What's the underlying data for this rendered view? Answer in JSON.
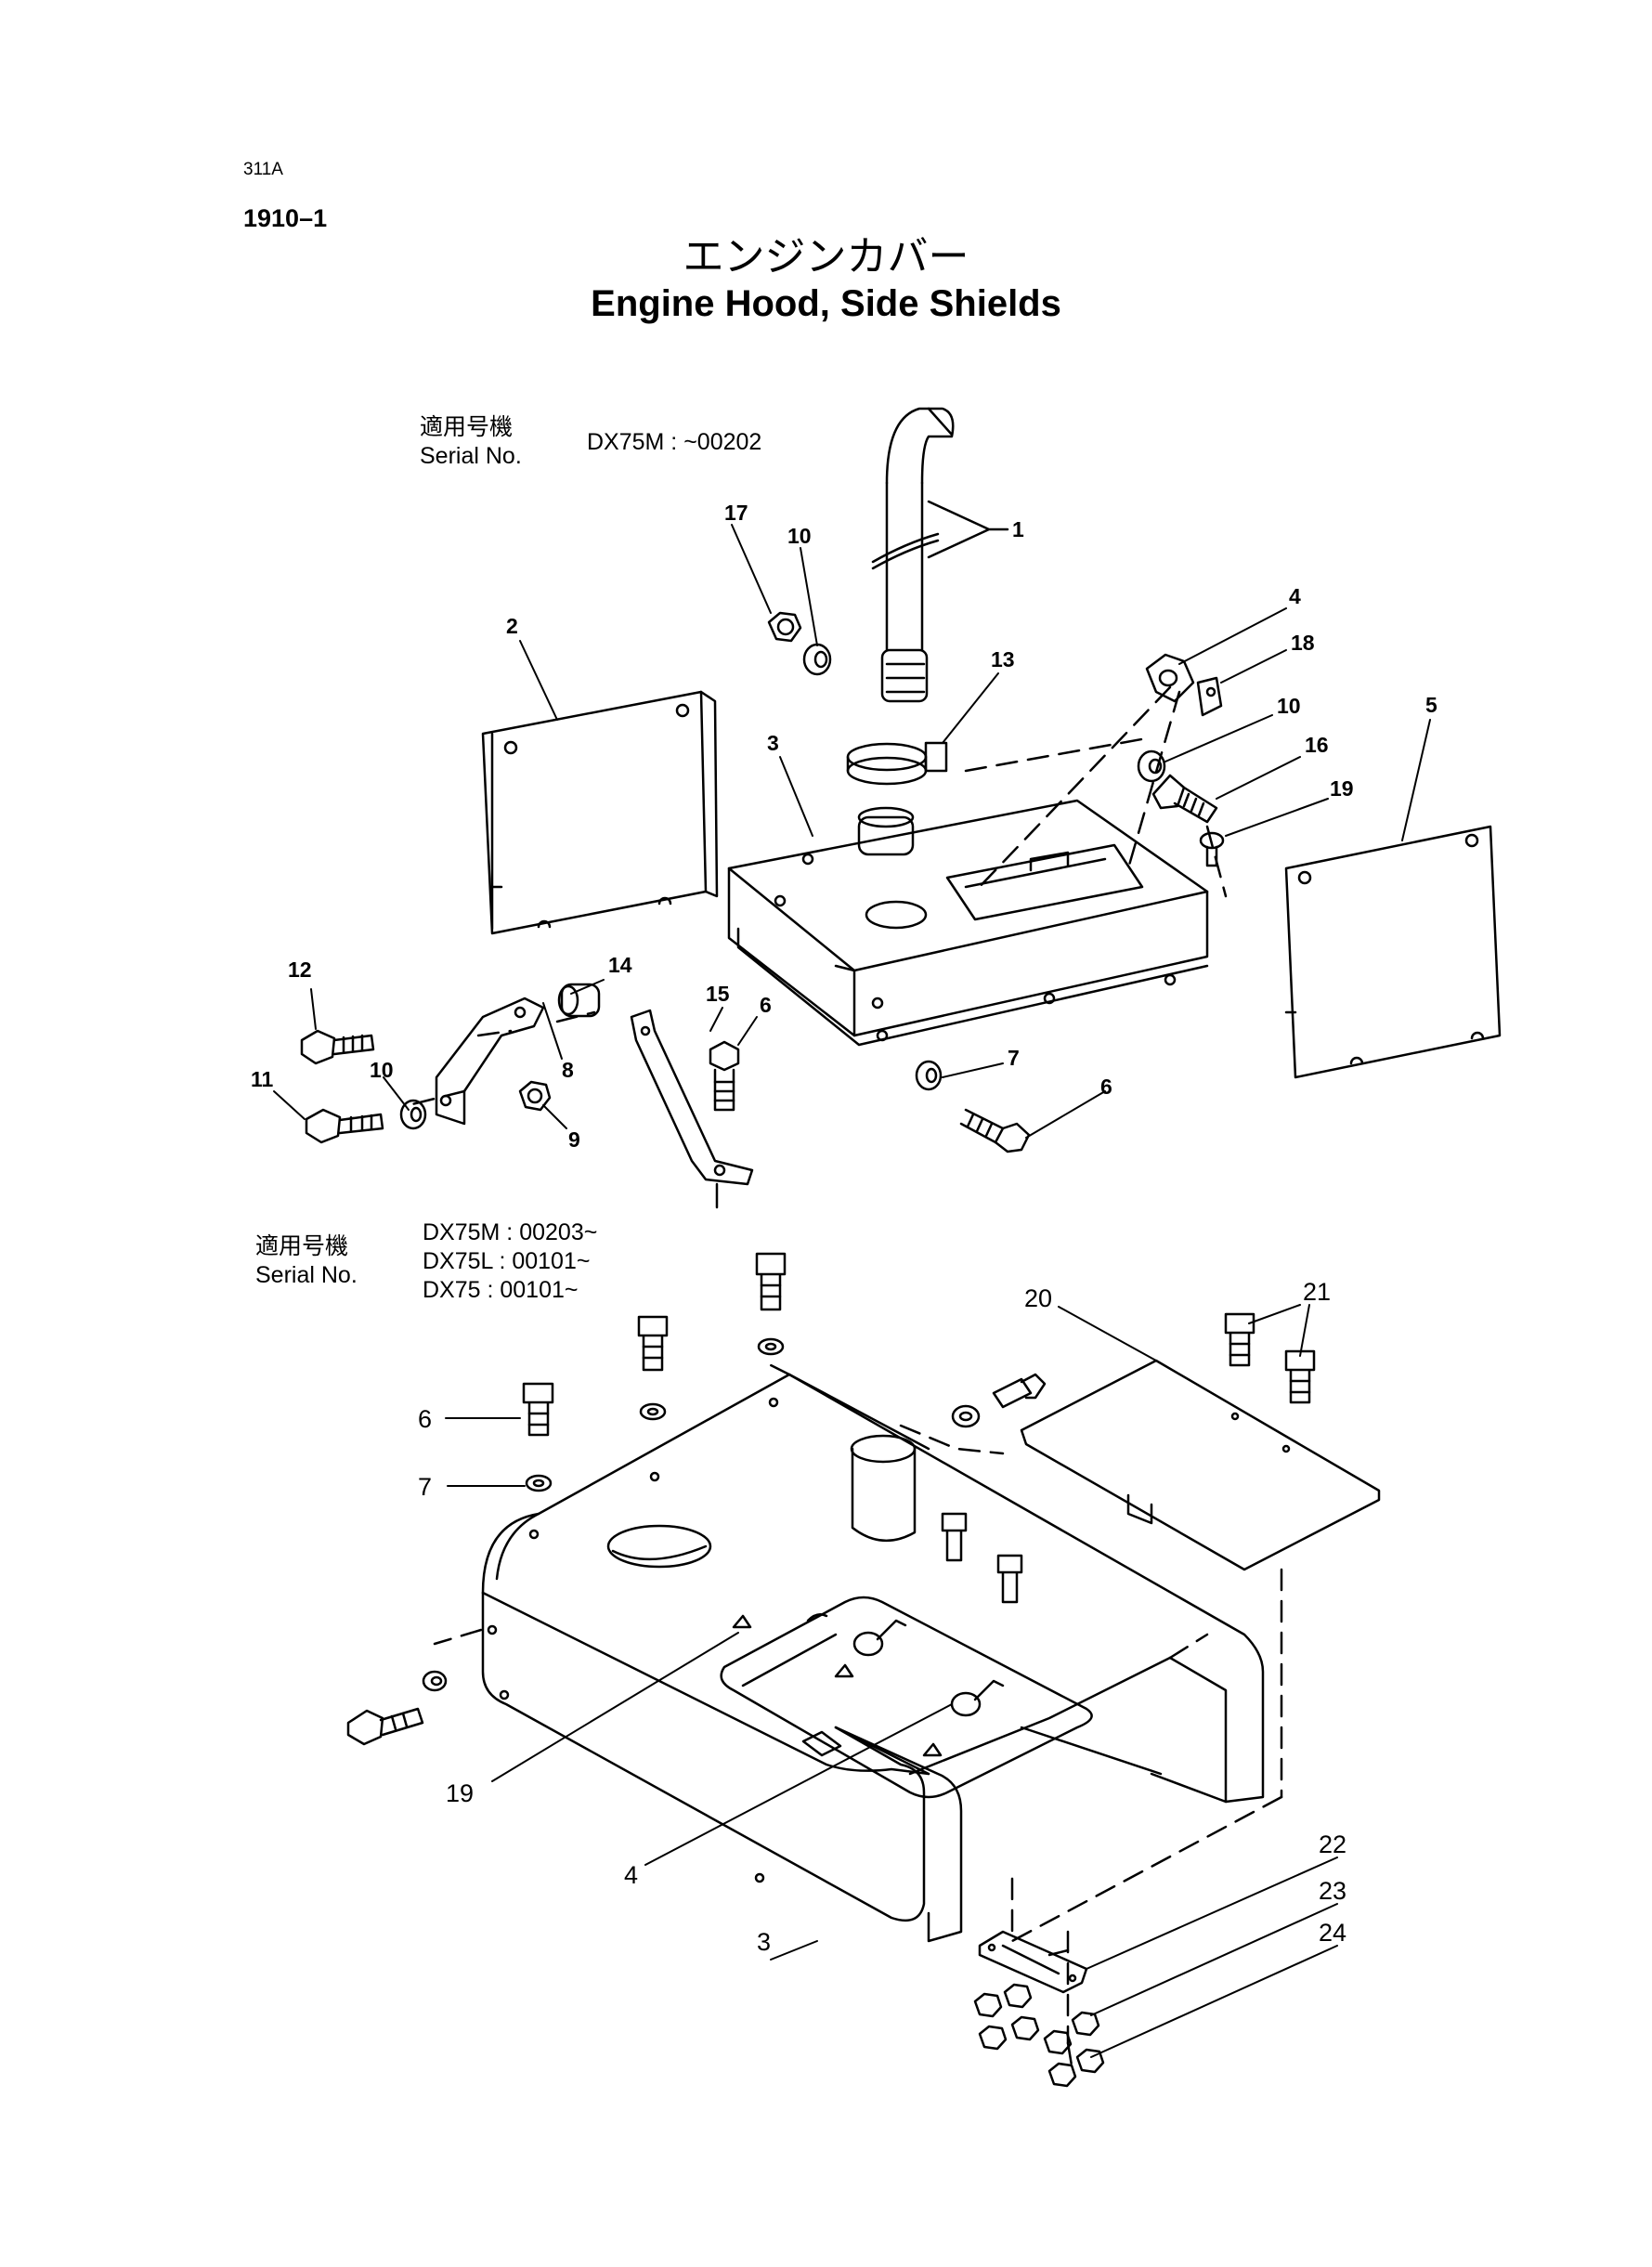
{
  "header": {
    "code": "311A",
    "section": "1910–1",
    "title_jp": "エンジンカバー",
    "title_en": "Engine Hood, Side Shields"
  },
  "applicability": [
    {
      "label_jp": "適用号機",
      "label_en": "Serial No.",
      "serials": [
        "DX75M : ~00202"
      ]
    },
    {
      "label_jp": "適用号機",
      "label_en": "Serial No.",
      "serials": [
        "DX75M : 00203~",
        "DX75L : 00101~",
        "DX75 : 00101~"
      ]
    }
  ],
  "callouts_upper": [
    "1",
    "2",
    "3",
    "4",
    "5",
    "6",
    "6",
    "7",
    "8",
    "9",
    "10",
    "10",
    "10",
    "11",
    "12",
    "13",
    "14",
    "15",
    "16",
    "17",
    "18",
    "19"
  ],
  "callouts_lower": [
    "3",
    "4",
    "6",
    "7",
    "19",
    "20",
    "21",
    "22",
    "23",
    "24"
  ]
}
